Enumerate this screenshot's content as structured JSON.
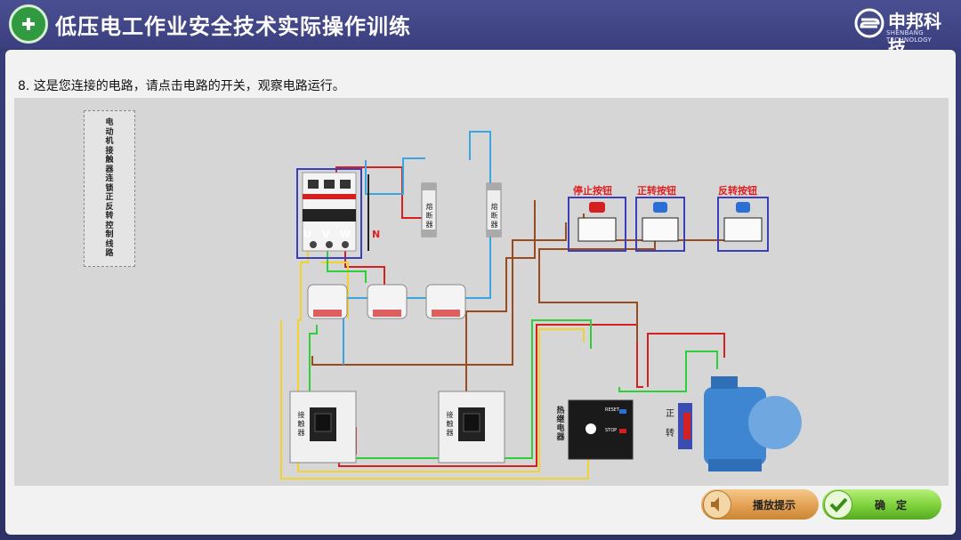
{
  "header": {
    "title": "低压电工作业安全技术实际操作训练",
    "brand_name": "申邦科技",
    "brand_sub": "SHENBANG TECHNOLOGY"
  },
  "prompt": "8. 这是您连接的电路，请点击电路的开关，观察电路运行。",
  "diagram": {
    "vertical_title": "电动机接触器连锁正反转控制线路",
    "breaker_labels": [
      "U",
      "V",
      "W"
    ],
    "neutral_label": "N",
    "fuse_label": "熔断器",
    "stop_button": "停止按钮",
    "forward_button": "正转按钮",
    "reverse_button": "反转按钮",
    "contactor_label": "接触器",
    "relay_label": "热继电器",
    "relay_reset": "RESET",
    "relay_stop": "STOP",
    "motor_direction": [
      "正",
      "转"
    ]
  },
  "buttons": {
    "hint": "播放提示",
    "ok": "确定"
  },
  "colors": {
    "wire_red": "#d42020",
    "wire_yellow": "#f2d22e",
    "wire_green": "#2fcf3a",
    "wire_brown": "#9a4a1f",
    "wire_blue": "#3aa6e0",
    "frame_blue": "#3b3fb8",
    "button_label_red": "#e02020"
  }
}
